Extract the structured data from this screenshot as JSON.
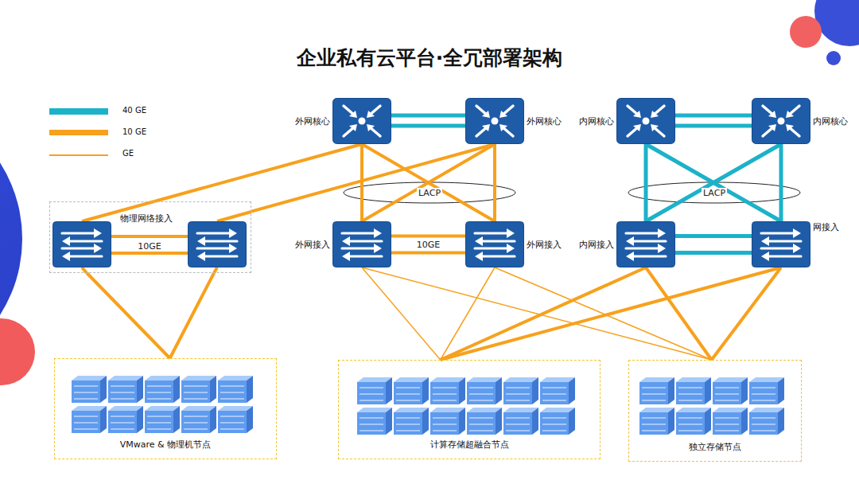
{
  "diagram": {
    "title": "企业私有云平台·全冗部署架构",
    "nodes": [
      {
        "text": [
          "外网核心"
        ]
      },
      {
        "text": [
          "外网核心"
        ]
      },
      {
        "text": [
          "内网核心"
        ]
      },
      {
        "text": [
          "内网核心"
        ]
      },
      {
        "text": [
          "物理网络接入"
        ]
      },
      {
        "text": [
          "外网接入"
        ]
      },
      {
        "text": [
          "外网接入"
        ]
      },
      {
        "text": [
          "内网接入"
        ]
      },
      {
        "text": [
          "网接入"
        ]
      },
      {
        "text": [
          "VMware & 物理机节点"
        ]
      },
      {
        "text": [
          "计算存储超融合节点"
        ]
      },
      {
        "text": [
          "独立存储节点"
        ]
      }
    ],
    "edges": [
      {
        "from": 0,
        "to": 1,
        "arrow": "none"
      },
      {
        "from": 2,
        "to": 3,
        "arrow": "none"
      },
      {
        "from": 5,
        "to": 6,
        "arrow": "none",
        "label": "10GE"
      },
      {
        "from": 7,
        "to": 8,
        "arrow": "none"
      },
      {
        "from": 0,
        "to": 5,
        "arrow": "none"
      },
      {
        "from": 0,
        "to": 6,
        "arrow": "none"
      },
      {
        "from": 1,
        "to": 5,
        "arrow": "none"
      },
      {
        "from": 1,
        "to": 6,
        "arrow": "none"
      },
      {
        "from": 2,
        "to": 7,
        "arrow": "none"
      },
      {
        "from": 2,
        "to": 8,
        "arrow": "none"
      },
      {
        "from": 3,
        "to": 7,
        "arrow": "none"
      },
      {
        "from": 3,
        "to": 8,
        "arrow": "none"
      },
      {
        "from": 4,
        "to": 0,
        "arrow": "none"
      },
      {
        "from": 4,
        "to": 1,
        "arrow": "none"
      },
      {
        "from": 4,
        "to": 9,
        "arrow": "none"
      },
      {
        "from": 5,
        "to": 10,
        "arrow": "none"
      },
      {
        "from": 5,
        "to": 11,
        "arrow": "none"
      },
      {
        "from": 6,
        "to": 10,
        "arrow": "none"
      },
      {
        "from": 6,
        "to": 11,
        "arrow": "none"
      },
      {
        "from": 7,
        "to": 10,
        "arrow": "none"
      },
      {
        "from": 7,
        "to": 11,
        "arrow": "none"
      },
      {
        "from": 8,
        "to": 10,
        "arrow": "none"
      },
      {
        "from": 8,
        "to": 11,
        "arrow": "none"
      }
    ],
    "labels": [
      "10GE",
      "LACP",
      "LACP"
    ],
    "legend": [
      {
        "text": "40 GE",
        "color": "#1cb2c9"
      },
      {
        "text": "10 GE",
        "color": "#f7a11d"
      },
      {
        "text": "GE"
      }
    ]
  }
}
